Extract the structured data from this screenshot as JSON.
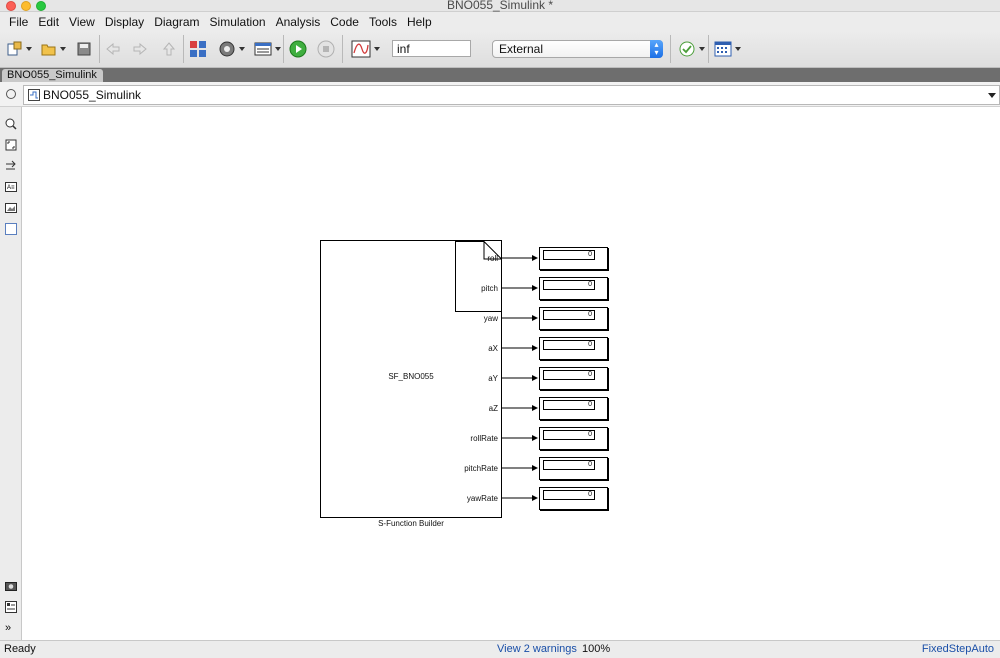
{
  "window": {
    "title": "BNO055_Simulink *"
  },
  "menu": [
    "File",
    "Edit",
    "View",
    "Display",
    "Diagram",
    "Simulation",
    "Analysis",
    "Code",
    "Tools",
    "Help"
  ],
  "toolbar": {
    "stop_time": "inf",
    "sim_mode": "External",
    "icons": [
      "new-model-icon",
      "open-icon",
      "save-icon",
      "back-icon",
      "forward-icon",
      "up-icon",
      "library-browser-icon",
      "model-config-icon",
      "model-explorer-icon",
      "run-icon",
      "stop-icon",
      "scope-icon",
      "check-icon",
      "build-icon"
    ]
  },
  "tabs": [
    {
      "label": "BNO055_Simulink"
    }
  ],
  "address": {
    "path": "BNO055_Simulink"
  },
  "diagram": {
    "sfunction": {
      "name": "SF_BNO055",
      "caption": "S-Function Builder"
    },
    "ports": [
      "roll",
      "pitch",
      "yaw",
      "aX",
      "aY",
      "aZ",
      "rollRate",
      "pitchRate",
      "yawRate"
    ],
    "display_values": [
      "0",
      "0",
      "0",
      "0",
      "0",
      "0",
      "0",
      "0",
      "0"
    ]
  },
  "status": {
    "ready": "Ready",
    "warnings": "View 2 warnings",
    "zoom": "100%",
    "solver": "FixedStepAuto"
  }
}
